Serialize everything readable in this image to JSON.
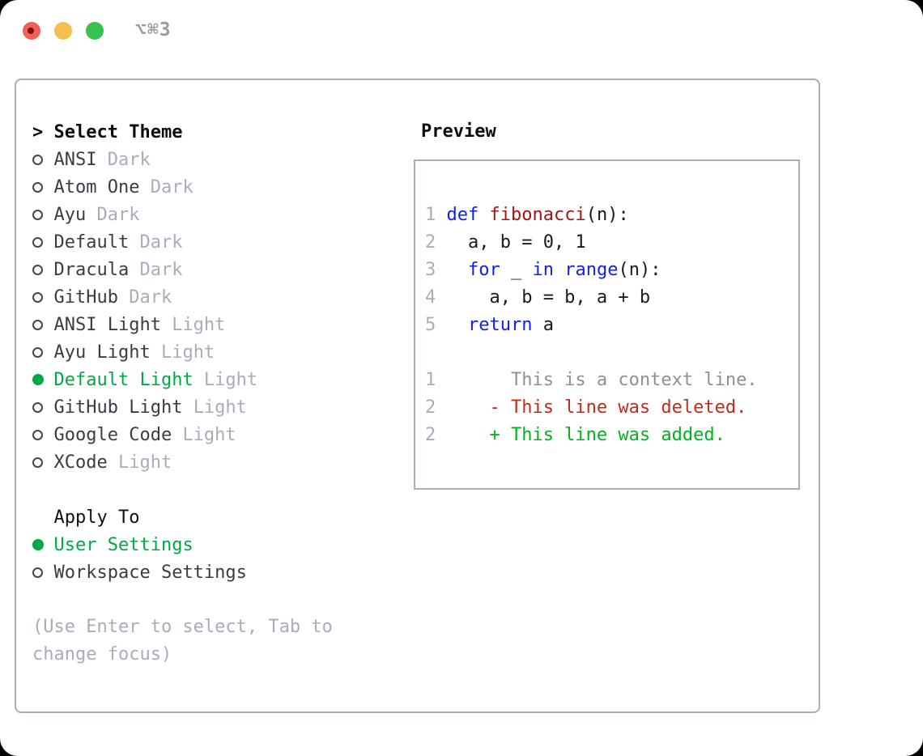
{
  "titlebar": {
    "shortcut": "⌥⌘3"
  },
  "colors": {
    "traffic-close": "#f15f56",
    "traffic-close-dot": "#7c1113",
    "traffic-minimize": "#f6be50",
    "traffic-zoom": "#38c24d",
    "ui-green": "#00a944",
    "heading": "#0d0d0d",
    "text-dark": "#383d45",
    "muted": "#a7aebb",
    "context-gray": "#8d9197",
    "keyword-blue": "#1221ec",
    "function-red": "#a31515",
    "code-plain": "#1a1a1a",
    "diff-deleted": "#c5291c",
    "diff-added": "#00b31e",
    "border": "#a7aebb"
  },
  "theme_picker": {
    "prefix": ">",
    "title": "Select Theme",
    "items": [
      {
        "name": "ANSI",
        "variant": "Dark",
        "selected": false
      },
      {
        "name": "Atom One",
        "variant": "Dark",
        "selected": false
      },
      {
        "name": "Ayu",
        "variant": "Dark",
        "selected": false
      },
      {
        "name": "Default",
        "variant": "Dark",
        "selected": false
      },
      {
        "name": "Dracula",
        "variant": "Dark",
        "selected": false
      },
      {
        "name": "GitHub",
        "variant": "Dark",
        "selected": false
      },
      {
        "name": "ANSI Light",
        "variant": "Light",
        "selected": false
      },
      {
        "name": "Ayu Light",
        "variant": "Light",
        "selected": false
      },
      {
        "name": "Default Light",
        "variant": "Light",
        "selected": true
      },
      {
        "name": "GitHub Light",
        "variant": "Light",
        "selected": false
      },
      {
        "name": "Google Code",
        "variant": "Light",
        "selected": false
      },
      {
        "name": "XCode",
        "variant": "Light",
        "selected": false
      }
    ]
  },
  "apply_to": {
    "title": "Apply To",
    "options": [
      {
        "label": "User Settings",
        "selected": true
      },
      {
        "label": "Workspace Settings",
        "selected": false
      }
    ]
  },
  "hint": "(Use Enter to select, Tab to change focus)",
  "preview": {
    "title": "Preview",
    "code_lines": [
      {
        "num": "1",
        "tokens": [
          {
            "style": "keyword",
            "text": "def"
          },
          {
            "style": "plain",
            "text": " "
          },
          {
            "style": "function",
            "text": "fibonacci"
          },
          {
            "style": "plain",
            "text": "(n):"
          }
        ]
      },
      {
        "num": "2",
        "tokens": [
          {
            "style": "plain",
            "text": "  a, b = 0, 1"
          }
        ]
      },
      {
        "num": "3",
        "tokens": [
          {
            "style": "plain",
            "text": "  "
          },
          {
            "style": "keyword",
            "text": "for"
          },
          {
            "style": "plain",
            "text": " _ "
          },
          {
            "style": "keyword",
            "text": "in"
          },
          {
            "style": "plain",
            "text": " "
          },
          {
            "style": "keyword",
            "text": "range"
          },
          {
            "style": "plain",
            "text": "(n):"
          }
        ]
      },
      {
        "num": "4",
        "tokens": [
          {
            "style": "plain",
            "text": "    a, b = b, a + b"
          }
        ]
      },
      {
        "num": "5",
        "tokens": [
          {
            "style": "plain",
            "text": "  "
          },
          {
            "style": "keyword",
            "text": "return"
          },
          {
            "style": "plain",
            "text": " a"
          }
        ]
      }
    ],
    "diff_lines": [
      {
        "num": "1",
        "tokens": [
          {
            "style": "context",
            "text": "      This is a context line."
          }
        ]
      },
      {
        "num": "2",
        "tokens": [
          {
            "style": "deleted",
            "text": "    - This line was deleted."
          }
        ]
      },
      {
        "num": "2",
        "tokens": [
          {
            "style": "added",
            "text": "    + This line was added."
          }
        ]
      }
    ]
  }
}
